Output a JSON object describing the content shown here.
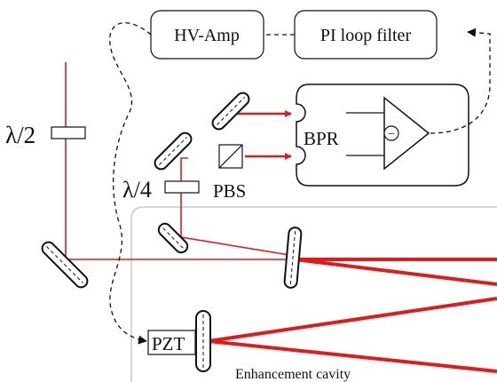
{
  "labels": {
    "hv_amp": "HV-Amp",
    "pi_loop_filter": "PI loop filter",
    "half_wave_plate": "λ/2",
    "quarter_wave_plate": "λ/4",
    "pbs": "PBS",
    "bpr": "BPR",
    "differential_symbol": "−",
    "pzt": "PZT",
    "enhancement_cavity": "Enhancement cavity"
  },
  "colors": {
    "beam": "#e31a1c",
    "line": "#111111",
    "cavity_boundary": "#c8c8c8"
  }
}
